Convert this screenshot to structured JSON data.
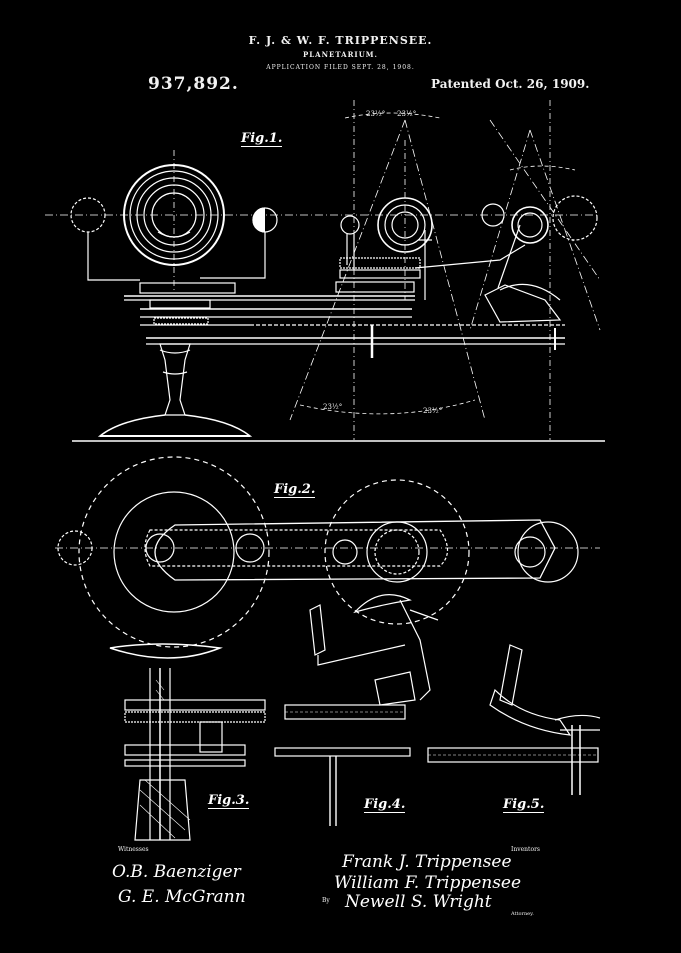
{
  "header": {
    "title": "F. J. & W. F. TRIPPENSEE.",
    "subtitle": "PLANETARIUM.",
    "application": "APPLICATION FILED SEPT. 28, 1908.",
    "patent_number": "937,892.",
    "patent_date": "Patented Oct. 26, 1909."
  },
  "figures": {
    "fig1": "Fig.1.",
    "fig2": "Fig.2.",
    "fig3": "Fig.3.",
    "fig4": "Fig.4.",
    "fig5": "Fig.5."
  },
  "angles": {
    "top_left": "23½°",
    "top_right": "23½°",
    "bottom_left": "23½°",
    "bottom_right": "23½°"
  },
  "footer": {
    "witnesses_label": "Witnesses",
    "inventors_label": "Inventors",
    "by_label": "By",
    "attorney_label": "Attorney.",
    "witness_signatures": [
      "O.B. Baenziger",
      "G. E. McGrann"
    ],
    "inventor_signatures": [
      "Frank J. Trippensee",
      "William F. Trippensee"
    ],
    "attorney_signature": "Newell S. Wright"
  },
  "colors": {
    "background": "#000000",
    "ink": "#ffffff"
  }
}
